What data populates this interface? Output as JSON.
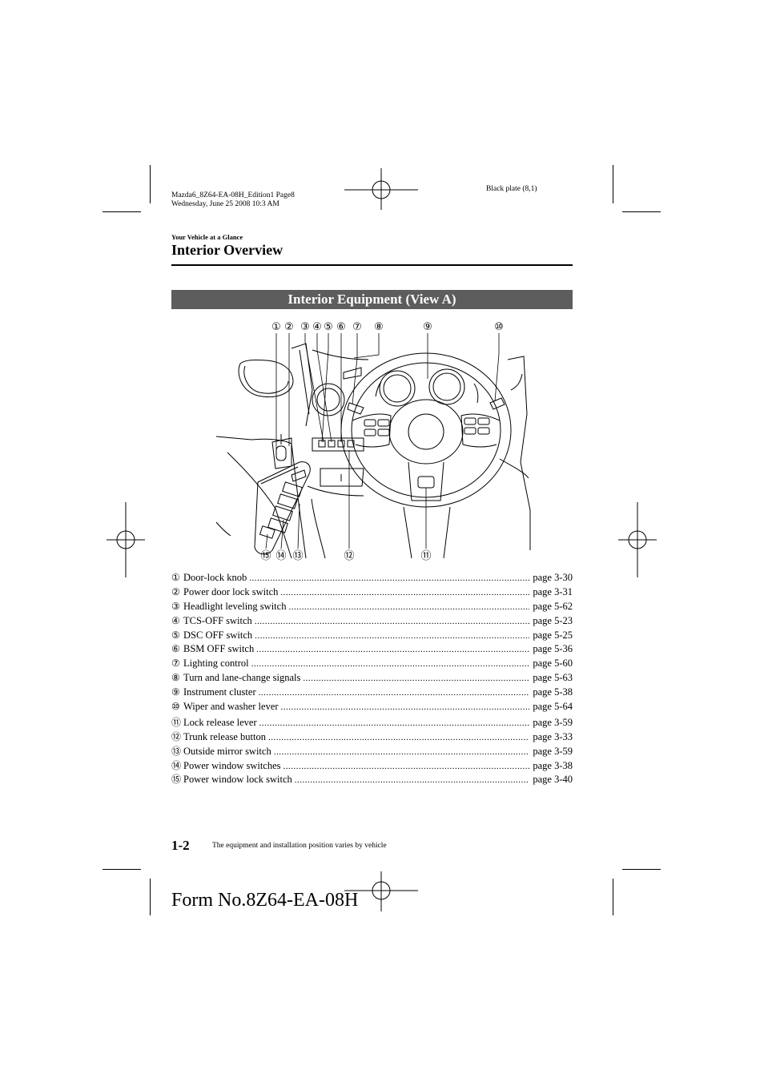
{
  "header": {
    "meta_line1": "Mazda6_8Z64-EA-08H_Edition1 Page8",
    "meta_line2": "Wednesday, June 25 2008 10:3 AM",
    "plate": "Black plate (8,1)"
  },
  "section": {
    "breadcrumb": "Your Vehicle at a Glance",
    "title": "Interior Overview",
    "banner": "Interior Equipment (View A)"
  },
  "callouts": {
    "top": [
      "①",
      "②",
      "③",
      "④",
      "⑤",
      "⑥",
      "⑦",
      "⑧",
      "⑨",
      "⑩"
    ],
    "bottom": [
      "⑮",
      "⑭",
      "⑬",
      "⑫",
      "⑪"
    ]
  },
  "items": [
    {
      "num": "①",
      "label": "Door-lock knob",
      "page": "page 3-30"
    },
    {
      "num": "②",
      "label": "Power door lock switch",
      "page": "page 3-31"
    },
    {
      "num": "③",
      "label": "Headlight leveling switch",
      "page": "page 5-62"
    },
    {
      "num": "④",
      "label": "TCS-OFF switch",
      "page": "page 5-23"
    },
    {
      "num": "⑤",
      "label": "DSC OFF switch",
      "page": "page 5-25"
    },
    {
      "num": "⑥",
      "label": "BSM OFF switch",
      "page": "page 5-36"
    },
    {
      "num": "⑦",
      "label": "Lighting control",
      "page": "page 5-60"
    },
    {
      "num": "⑧",
      "label": "Turn and lane-change signals",
      "page": "page 5-63"
    },
    {
      "num": "⑨",
      "label": "Instrument cluster",
      "page": "page 5-38"
    },
    {
      "num": "⑩",
      "label": "Wiper and washer lever",
      "page": "page 5-64"
    },
    {
      "num": "⑪",
      "label": "Lock release lever",
      "page": "page 3-59"
    },
    {
      "num": "⑫",
      "label": "Trunk release button",
      "page": "page 3-33"
    },
    {
      "num": "⑬",
      "label": "Outside mirror switch",
      "page": "page 3-59"
    },
    {
      "num": "⑭",
      "label": "Power window switches",
      "page": "page 3-38"
    },
    {
      "num": "⑮",
      "label": "Power window lock switch",
      "page": "page 3-40"
    }
  ],
  "footer": {
    "page_number": "1-2",
    "note": "The equipment and installation position varies by vehicle",
    "form": "Form No.8Z64-EA-08H"
  }
}
